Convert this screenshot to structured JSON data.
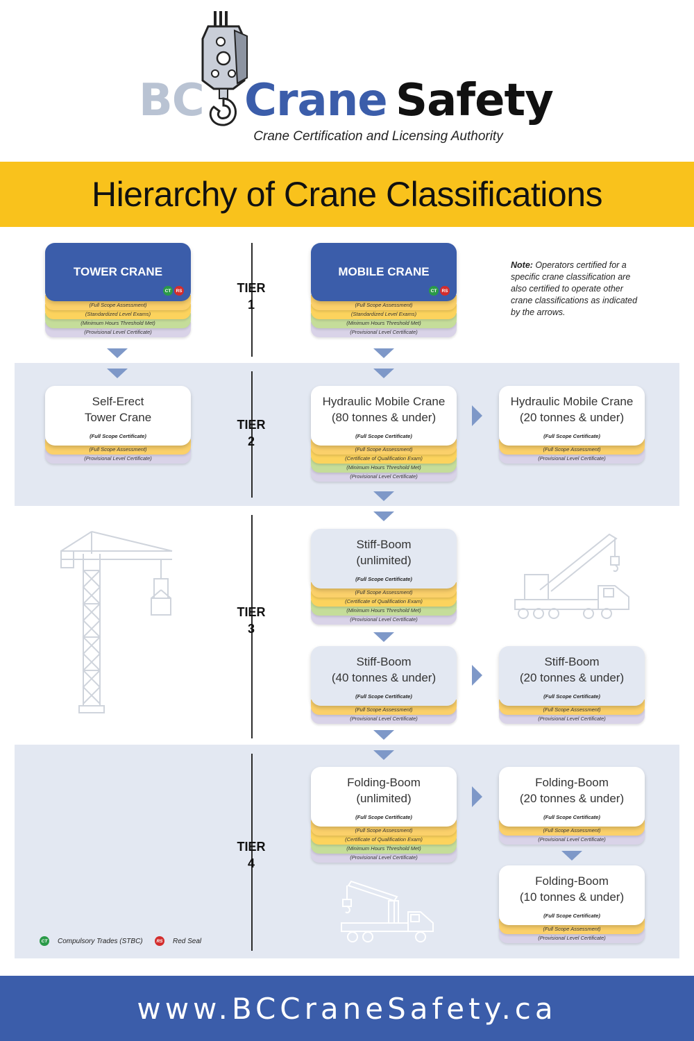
{
  "header": {
    "logo_bc": "BC",
    "logo_crane": "Crane",
    "logo_safety": "Safety",
    "tagline": "Crane Certification and Licensing Authority"
  },
  "title": "Hierarchy of Crane Classifications",
  "tiers": [
    {
      "label": "TIER",
      "number": "1"
    },
    {
      "label": "TIER",
      "number": "2"
    },
    {
      "label": "TIER",
      "number": "3"
    },
    {
      "label": "TIER",
      "number": "4"
    }
  ],
  "note": {
    "bold": "Note:",
    "text": " Operators certified for a specific crane classification are also certified to operate other crane classifications as indicated by the arrows."
  },
  "cards": {
    "tower_crane": {
      "title": "TOWER CRANE",
      "badges": [
        "CT",
        "RS"
      ],
      "layers": [
        "(Full Scope Assessment)",
        "(Standardized Level Exams)",
        "(Minimum Hours Threshold Met)",
        "(Provisional Level Certificate)"
      ]
    },
    "mobile_crane": {
      "title": "MOBILE CRANE",
      "badges": [
        "CT",
        "RS"
      ],
      "layers": [
        "(Full Scope Assessment)",
        "(Standardized Level Exams)",
        "(Minimum Hours Threshold Met)",
        "(Provisional Level Certificate)"
      ]
    },
    "self_erect": {
      "title_line1": "Self-Erect",
      "title_line2": "Tower Crane",
      "full_scope": "(Full Scope Certificate)",
      "layers": [
        "(Full Scope Assessment)",
        "(Provisional Level Certificate)"
      ]
    },
    "hydraulic_80": {
      "title_line1": "Hydraulic Mobile Crane",
      "title_line2": "(80 tonnes & under)",
      "full_scope": "(Full Scope Certificate)",
      "layers": [
        "(Full Scope Assessment)",
        "(Certificate of Qualification Exam)",
        "(Minimum Hours Threshold Met)",
        "(Provisional Level Certificate)"
      ]
    },
    "hydraulic_20": {
      "title_line1": "Hydraulic Mobile Crane",
      "title_line2": "(20 tonnes & under)",
      "full_scope": "(Full Scope Certificate)",
      "layers": [
        "(Full Scope Assessment)",
        "(Provisional Level Certificate)"
      ]
    },
    "stiff_unlimited": {
      "title_line1": "Stiff-Boom",
      "title_line2": "(unlimited)",
      "full_scope": "(Full Scope Certificate)",
      "layers": [
        "(Full Scope Assessment)",
        "(Certificate of Qualification Exam)",
        "(Minimum Hours Threshold Met)",
        "(Provisional Level Certificate)"
      ]
    },
    "stiff_40": {
      "title_line1": "Stiff-Boom",
      "title_line2": "(40 tonnes & under)",
      "full_scope": "(Full Scope Certificate)",
      "layers": [
        "(Full Scope Assessment)",
        "(Provisional Level Certificate)"
      ]
    },
    "stiff_20": {
      "title_line1": "Stiff-Boom",
      "title_line2": "(20 tonnes & under)",
      "full_scope": "(Full Scope Certificate)",
      "layers": [
        "(Full Scope Assessment)",
        "(Provisional Level Certificate)"
      ]
    },
    "folding_unlimited": {
      "title_line1": "Folding-Boom",
      "title_line2": "(unlimited)",
      "full_scope": "(Full Scope Certificate)",
      "layers": [
        "(Full Scope Assessment)",
        "(Certificate of Qualification Exam)",
        "(Minimum Hours Threshold Met)",
        "(Provisional Level Certificate)"
      ]
    },
    "folding_20": {
      "title_line1": "Folding-Boom",
      "title_line2": "(20 tonnes & under)",
      "full_scope": "(Full Scope Certificate)",
      "layers": [
        "(Full Scope Assessment)",
        "(Provisional Level Certificate)"
      ]
    },
    "folding_10": {
      "title_line1": "Folding-Boom",
      "title_line2": "(10 tonnes & under)",
      "full_scope": "(Full Scope Certificate)",
      "layers": [
        "(Full Scope Assessment)",
        "(Provisional Level Certificate)"
      ]
    }
  },
  "legend": [
    {
      "badge": "CT",
      "label": "Compulsory Trades (STBC)",
      "color": "#2a9a48"
    },
    {
      "badge": "RS",
      "label": "Red Seal",
      "color": "#d32d2d"
    }
  ],
  "footer": {
    "url": "www.BCCraneSafety.ca"
  },
  "colors": {
    "brand_blue": "#3b5daa",
    "title_yellow": "#f9c21c",
    "arrow": "#7e98c8",
    "band": "#e3e8f2"
  }
}
